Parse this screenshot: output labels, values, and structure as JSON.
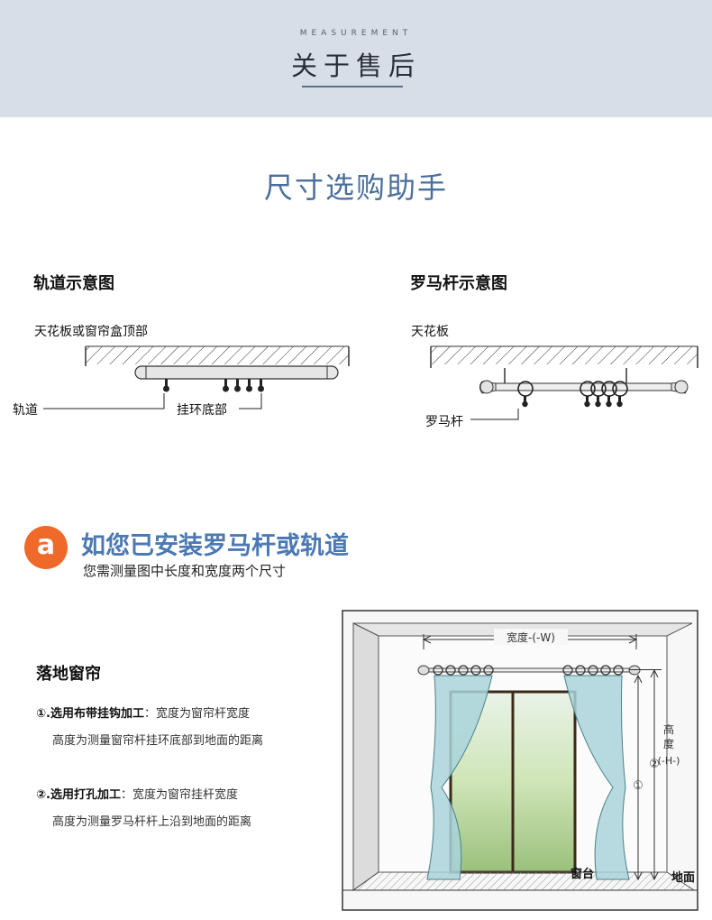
{
  "header": {
    "subtitle": "MEASUREMENT",
    "title": "关于售后"
  },
  "main_title": "尺寸选购助手",
  "track_diagram": {
    "title": "轨道示意图",
    "ceiling_label": "天花板或窗帘盒顶部",
    "track_label": "轨道",
    "hook_label": "挂环底部"
  },
  "rod_diagram": {
    "title": "罗马杆示意图",
    "ceiling_label": "天花板",
    "rod_label": "罗马杆"
  },
  "section_a": {
    "badge": "a",
    "title": "如您已安装罗马杆或轨道",
    "subtitle": "您需测量图中长度和宽度两个尺寸"
  },
  "floor_curtain": {
    "title": "落地窗帘",
    "option1_num": "①.",
    "option1_bold": "选用布带挂钩加工",
    "option1_text": "：宽度为窗帘杆宽度",
    "option1_line2": "高度为测量窗帘杆挂环底部到地面的距离",
    "option2_num": "②.",
    "option2_bold": "选用打孔加工",
    "option2_text": "：宽度为窗帘挂杆宽度",
    "option2_line2": "高度为测量罗马杆杆上沿到地面的距离"
  },
  "window_illustration": {
    "width_label": "宽度-(-W)",
    "height_label_1": "高",
    "height_label_2": "度",
    "height_label_3": "(-H-)",
    "marker_1": "①",
    "marker_2": "②",
    "sill_label": "窗台",
    "floor_label": "地面"
  },
  "colors": {
    "header_bg": "#d7dee8",
    "title_blue": "#4b6f9b",
    "badge_orange": "#ef6a2a",
    "section_blue": "#4b79b3",
    "curtain": "#a9d3db"
  }
}
